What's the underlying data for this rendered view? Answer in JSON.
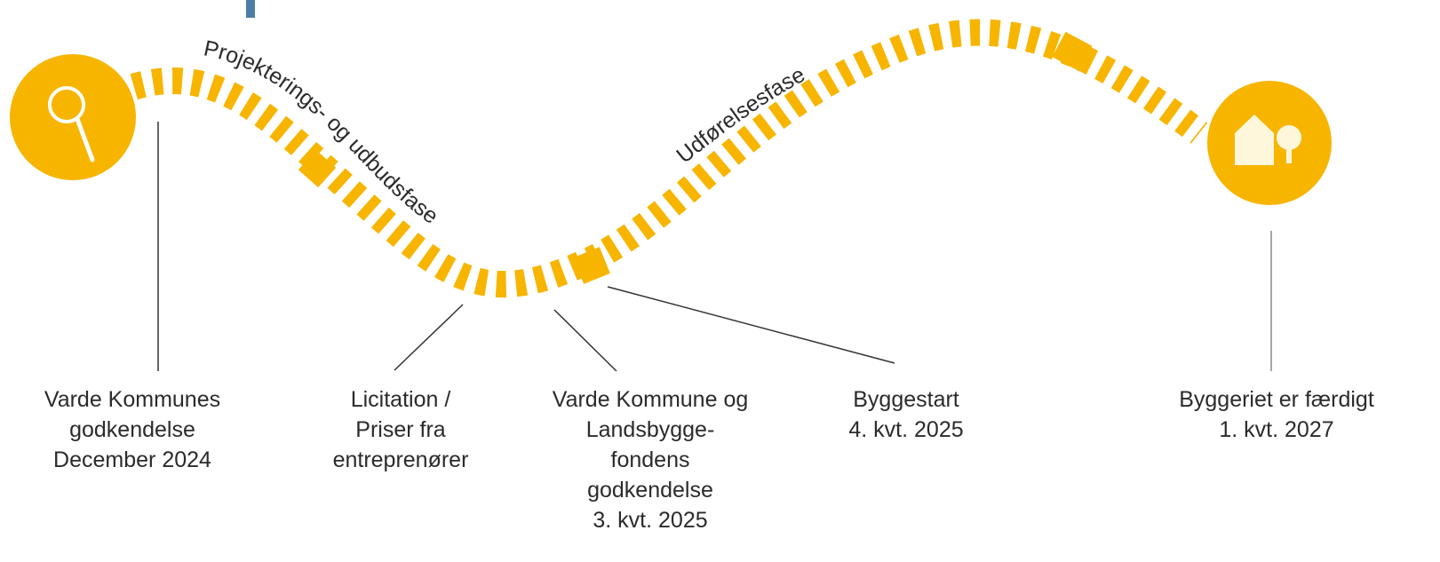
{
  "colors": {
    "accent": "#f7b500",
    "text": "#2b2b2b",
    "line": "#333333",
    "mark": "#4c7ea6"
  },
  "phases": {
    "design": "Projekterings- og udbudsfase",
    "construction": "Udførelsesfase"
  },
  "start_icon": "magnifier-icon",
  "end_icon": "house-and-tree-icon",
  "milestones": [
    {
      "lines": [
        "Varde Kommunes",
        "godkendelse",
        "December 2024"
      ]
    },
    {
      "lines": [
        "Licitation /",
        "Priser fra",
        "entreprenører"
      ]
    },
    {
      "lines": [
        "Varde Kommune og",
        "Landsbygge-",
        "fondens",
        "godkendelse",
        "3. kvt. 2025"
      ]
    },
    {
      "lines": [
        "Byggestart",
        "4. kvt. 2025"
      ]
    },
    {
      "lines": [
        "Byggeriet er færdigt",
        "1. kvt. 2027"
      ]
    }
  ]
}
